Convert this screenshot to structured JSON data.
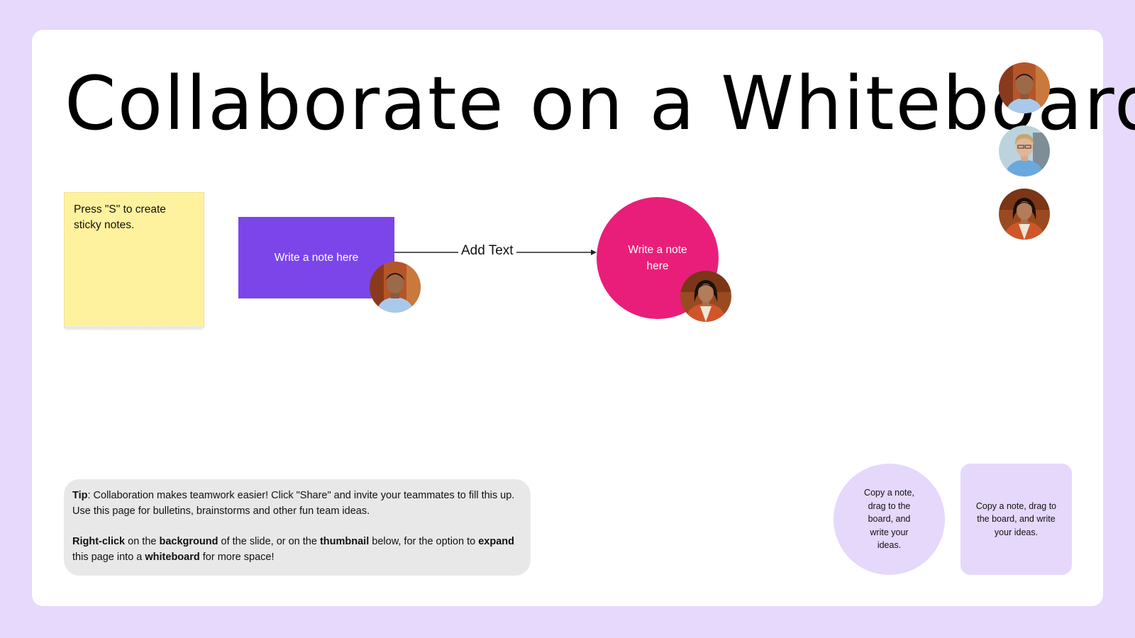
{
  "page": {
    "title": "Collaborate on a Whiteboard"
  },
  "sticky_note": {
    "text": "Press \"S\" to create sticky notes."
  },
  "rect_note": {
    "text": "Write a note here"
  },
  "connector": {
    "label": "Add Text"
  },
  "circle_note": {
    "text": "Write a note here"
  },
  "tip": {
    "p1_b1": "Tip",
    "p1_t1": ": Collaboration makes teamwork easier! Click \"Share\" and invite your teammates to fill this up. Use this page for bulletins, brainstorms and other fun team ideas.",
    "p2_b1": "Right-click",
    "p2_t1": " on the ",
    "p2_b2": "background",
    "p2_t2": " of the slide, or on the ",
    "p2_b3": "thumbnail",
    "p2_t3": " below, for the option to ",
    "p2_b4": "expand",
    "p2_t4": " this page into a ",
    "p2_b5": "whiteboard",
    "p2_t5": " for more space!"
  },
  "copy_notes": {
    "circle_text": "Copy a note, drag to the board, and write your ideas.",
    "square_text": "Copy a note, drag to the board, and write your ideas."
  },
  "colors": {
    "background": "#e6d9fb",
    "board": "#ffffff",
    "sticky": "#fff29e",
    "rect_note": "#7b45ea",
    "circle_note": "#e91e7a",
    "tip_box": "#e8e8e8",
    "copy_note": "#e5d8fb"
  },
  "collaborators": [
    "avatar-man-blue-shirt",
    "avatar-woman-glasses",
    "avatar-woman-orange-jacket"
  ]
}
